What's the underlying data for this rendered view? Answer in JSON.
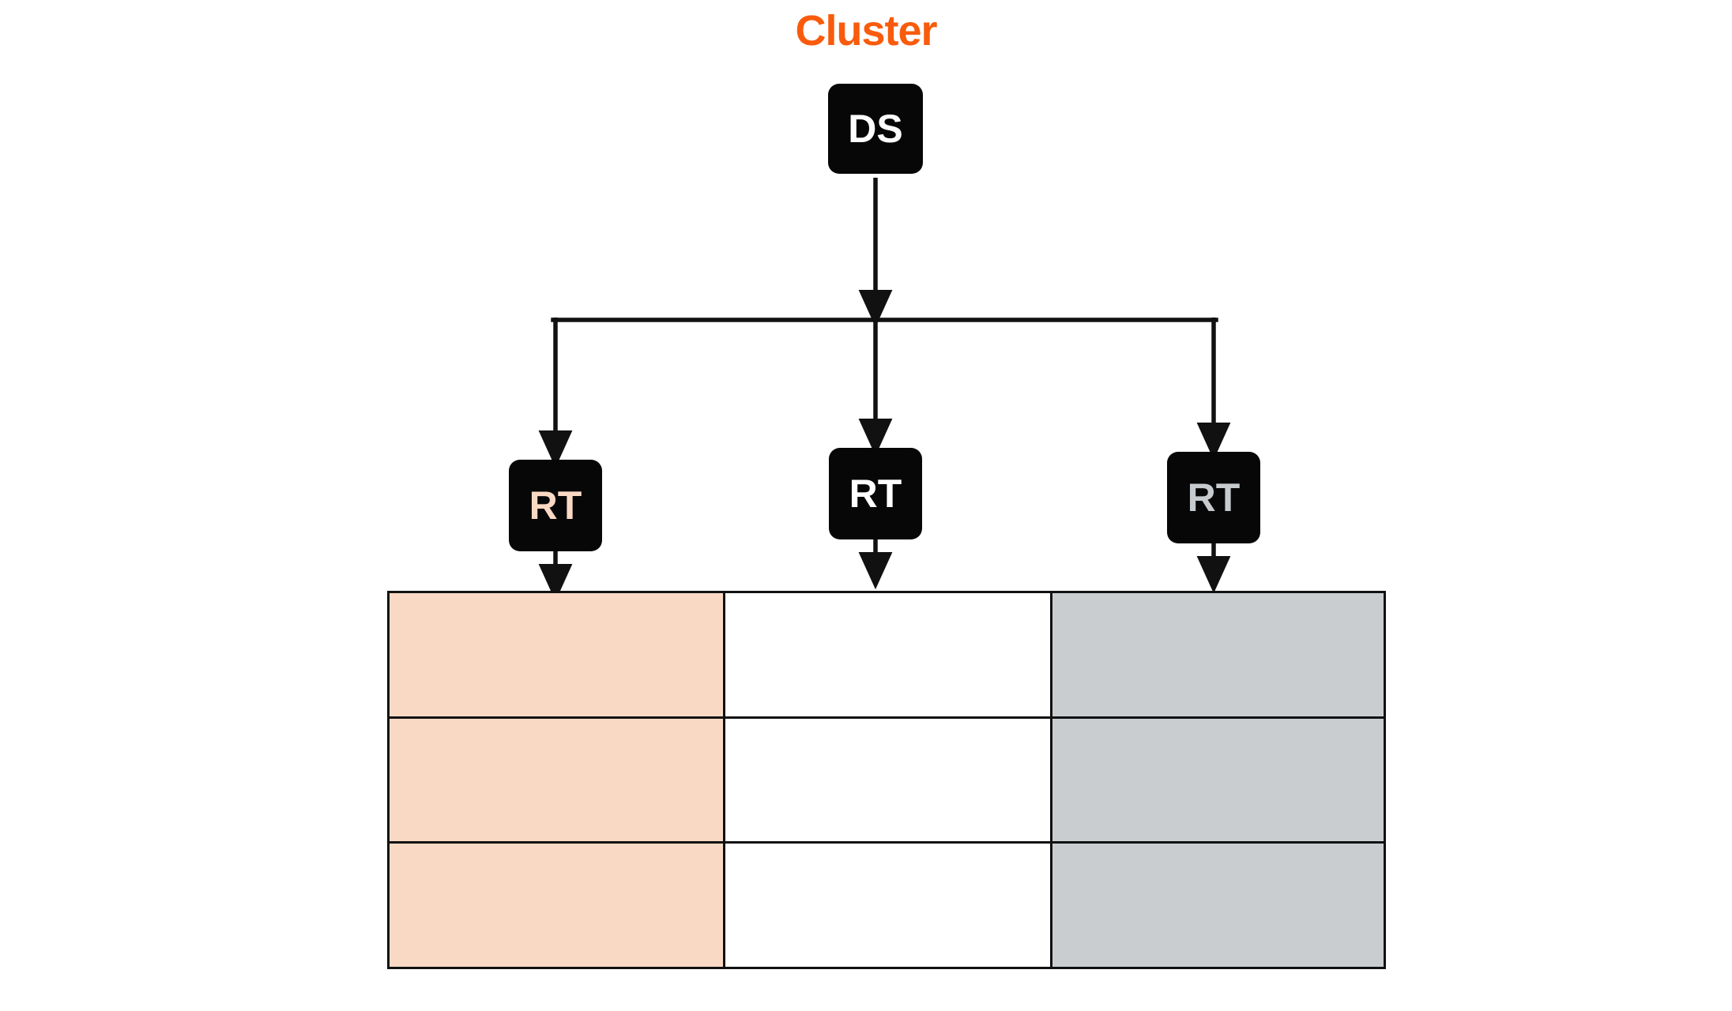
{
  "title": {
    "text": "Cluster",
    "color": "#f95b0c"
  },
  "nodes": {
    "root": {
      "label": "DS",
      "name": "ds-node",
      "fill": "#070707",
      "text_color": "#ffffff"
    },
    "leaves": [
      {
        "label": "RT",
        "name": "rt-node-1",
        "fill": "#070707",
        "text_color": "#fad9c4"
      },
      {
        "label": "RT",
        "name": "rt-node-2",
        "fill": "#070707",
        "text_color": "#ffffff"
      },
      {
        "label": "RT",
        "name": "rt-node-3",
        "fill": "#070707",
        "text_color": "#c7cbcd"
      }
    ]
  },
  "edges": {
    "root_to_bus": "DS fans out to three RT nodes",
    "rt_to_table": "each RT points into its own table column",
    "stroke_color": "#111111"
  },
  "table": {
    "columns": [
      {
        "name": "column-peach",
        "fill": "#fad9c4"
      },
      {
        "name": "column-white",
        "fill": "#ffffff"
      },
      {
        "name": "column-gray",
        "fill": "#c9cdd0"
      }
    ],
    "rows": [
      {
        "cells": [
          "",
          "",
          ""
        ]
      },
      {
        "cells": [
          "",
          "",
          ""
        ]
      },
      {
        "cells": [
          "",
          "",
          ""
        ]
      }
    ],
    "border_color": "#111111"
  }
}
